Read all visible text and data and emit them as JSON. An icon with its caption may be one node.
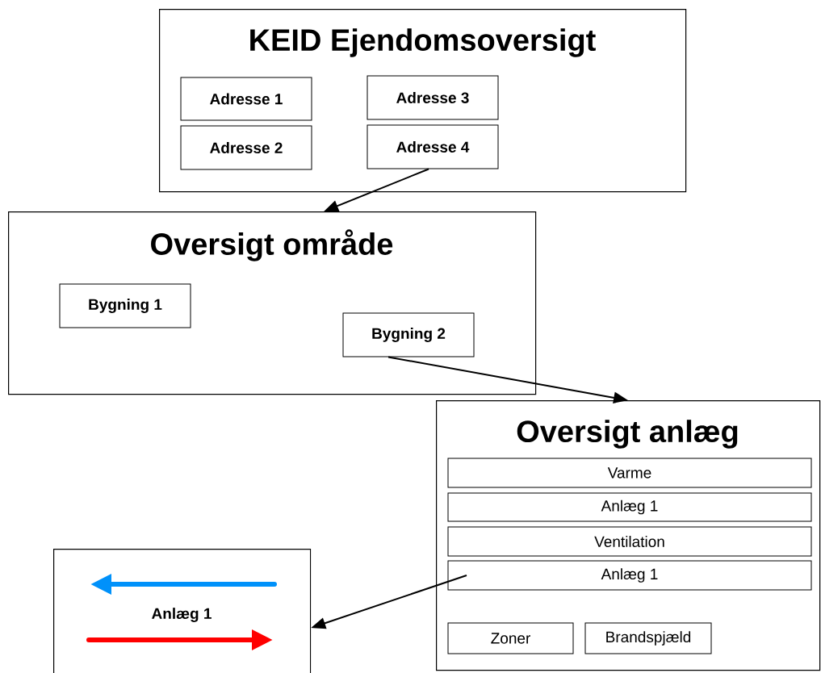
{
  "diagram": {
    "nodes": [
      {
        "text": [
          "KEID Ejendomsoversigt"
        ]
      },
      {
        "text": [
          "Adresse 1"
        ],
        "in": 0
      },
      {
        "text": [
          "Adresse 3"
        ],
        "in": 0
      },
      {
        "text": [
          "Adresse 2"
        ],
        "in": 0
      },
      {
        "text": [
          "Adresse 4"
        ],
        "in": 0
      },
      {
        "text": [
          "Oversigt område"
        ]
      },
      {
        "text": [
          "Bygning 1"
        ],
        "in": 5
      },
      {
        "text": [
          "Bygning 2"
        ],
        "in": 5
      },
      {
        "text": [
          "Oversigt anlæg"
        ]
      },
      {
        "text": [
          "Varme"
        ],
        "in": 8
      },
      {
        "text": [
          "Anlæg 1"
        ],
        "in": 8
      },
      {
        "text": [
          "Ventilation"
        ],
        "in": 8
      },
      {
        "text": [
          "Anlæg 1"
        ],
        "in": 8
      },
      {
        "text": [
          "Zoner"
        ],
        "in": 8
      },
      {
        "text": [
          "Brandspjæld"
        ],
        "in": 8
      },
      {
        "text": [
          "Anlæg 1"
        ]
      }
    ],
    "edges": [
      {
        "from": 4,
        "to": 5,
        "arrow": "to"
      },
      {
        "from": 7,
        "to": 8,
        "arrow": "to"
      },
      {
        "from": 12,
        "to": 15,
        "arrow": "to"
      }
    ]
  }
}
